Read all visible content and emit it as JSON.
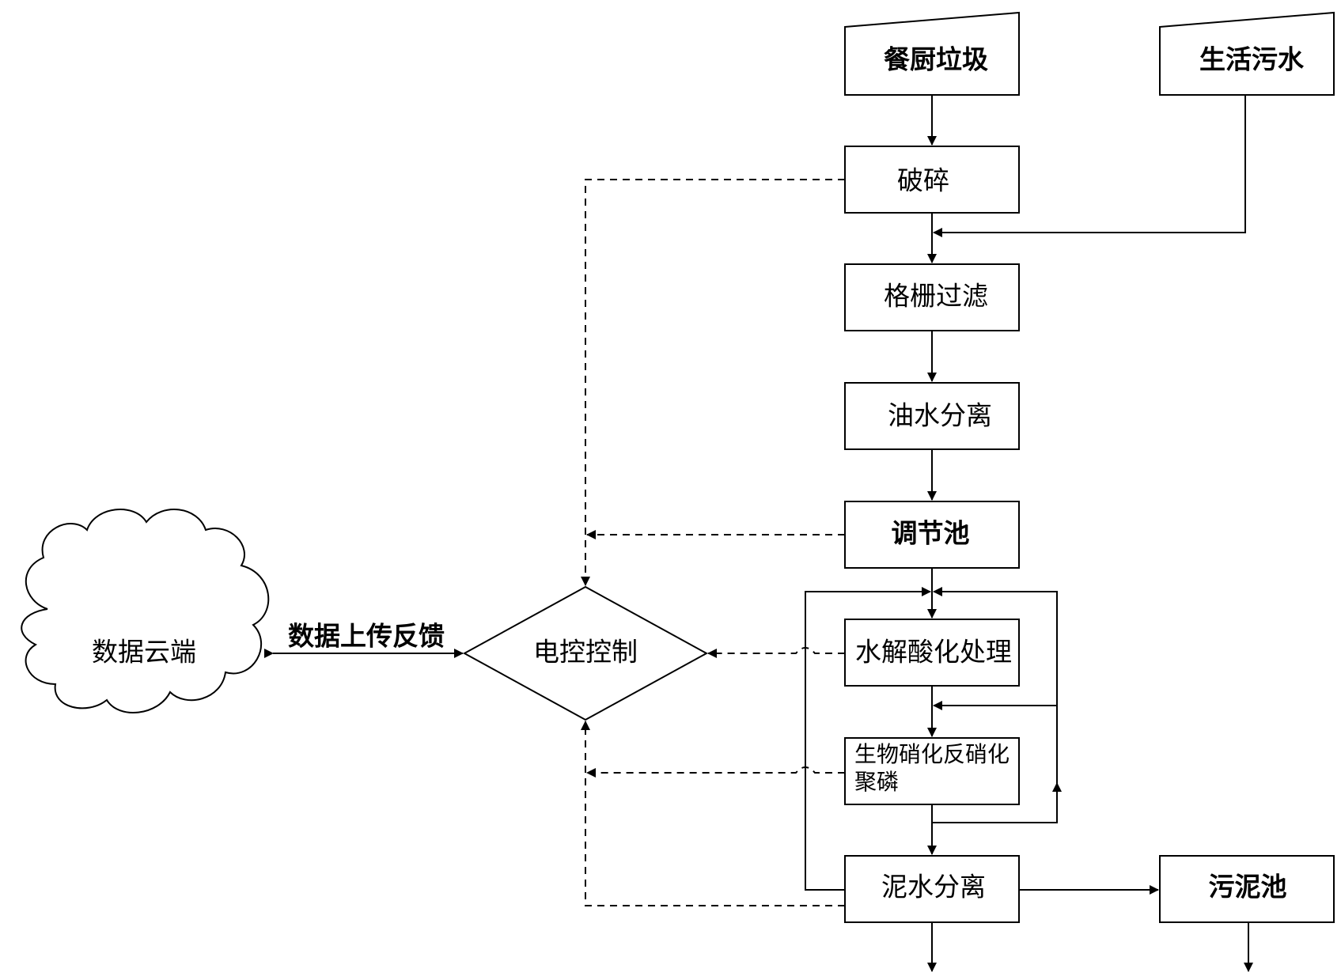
{
  "nodes": {
    "food_waste": "餐厨垃圾",
    "domestic_sewage": "生活污水",
    "crushing": "破碎",
    "grid_filter": "格栅过滤",
    "oil_water_sep": "油水分离",
    "regulating_tank": "调节池",
    "hydrolysis": "水解酸化处理",
    "bio_line1": "生物硝化反硝化",
    "bio_line2": "聚磷",
    "mud_water_sep": "泥水分离",
    "sludge_tank": "污泥池",
    "control": "电控控制",
    "cloud": "数据云端"
  },
  "edge_labels": {
    "upload": "数据上传反馈"
  }
}
